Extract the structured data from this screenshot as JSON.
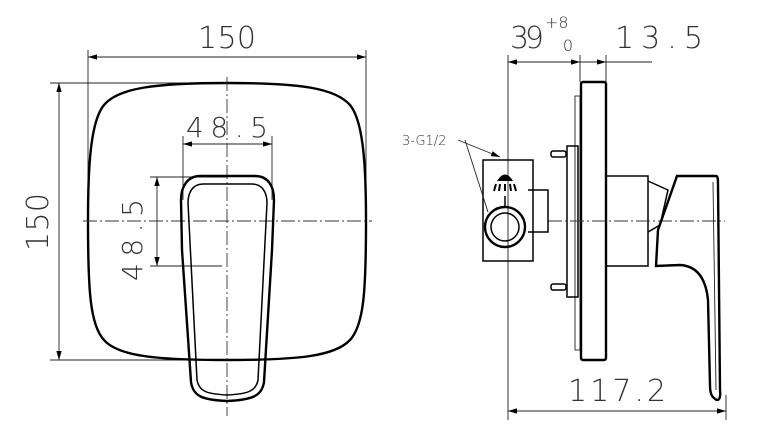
{
  "front_view": {
    "width_label": "150",
    "height_label": "150",
    "handle_width_label": "48.5",
    "handle_height_label": "48.5"
  },
  "side_view": {
    "depth_label_main": "39",
    "depth_tol_upper": "+8",
    "depth_tol_lower": "0",
    "plate_label": "13.5",
    "overall_label": "117.2",
    "connection_label": "3-G1/2"
  }
}
